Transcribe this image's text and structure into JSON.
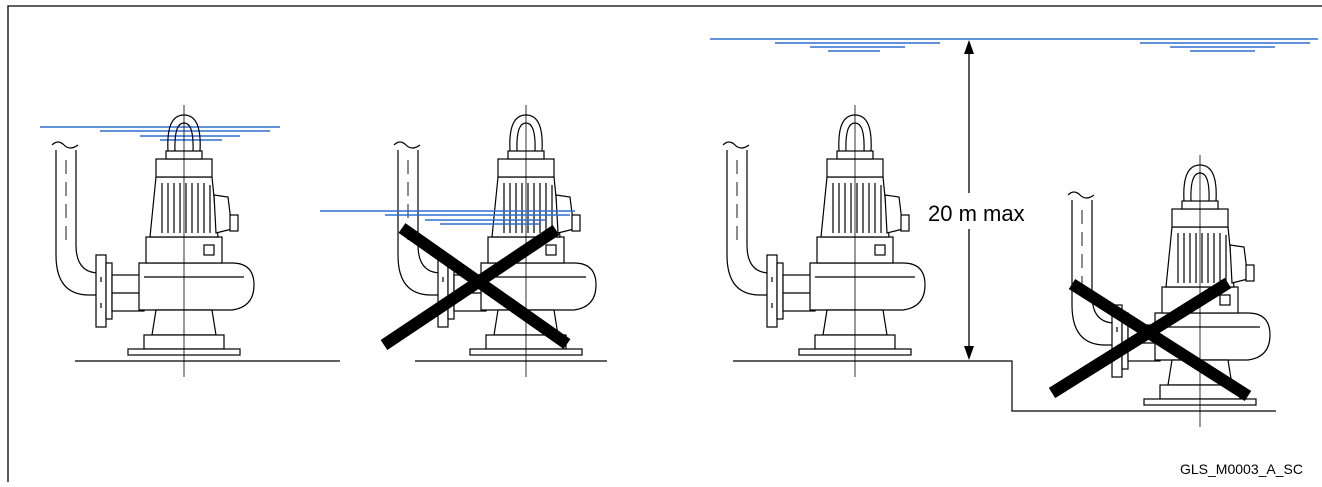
{
  "figure": {
    "depth_label": "20 m max",
    "figure_code": "GLS_M0003_A_SC"
  },
  "colors": {
    "water_line": "#2e6fd0",
    "ink": "#000000",
    "background": "#ffffff"
  },
  "panels": [
    {
      "name": "correct-installation-low-water",
      "status": "correct"
    },
    {
      "name": "incorrect-installation-motor-partly-submerged",
      "status": "incorrect"
    },
    {
      "name": "correct-installation-deep-water",
      "status": "correct"
    },
    {
      "name": "incorrect-installation-lower-floor",
      "status": "incorrect"
    }
  ],
  "icons": {
    "incorrect": "cross-mark-icon",
    "depth": "double-arrow-icon"
  }
}
